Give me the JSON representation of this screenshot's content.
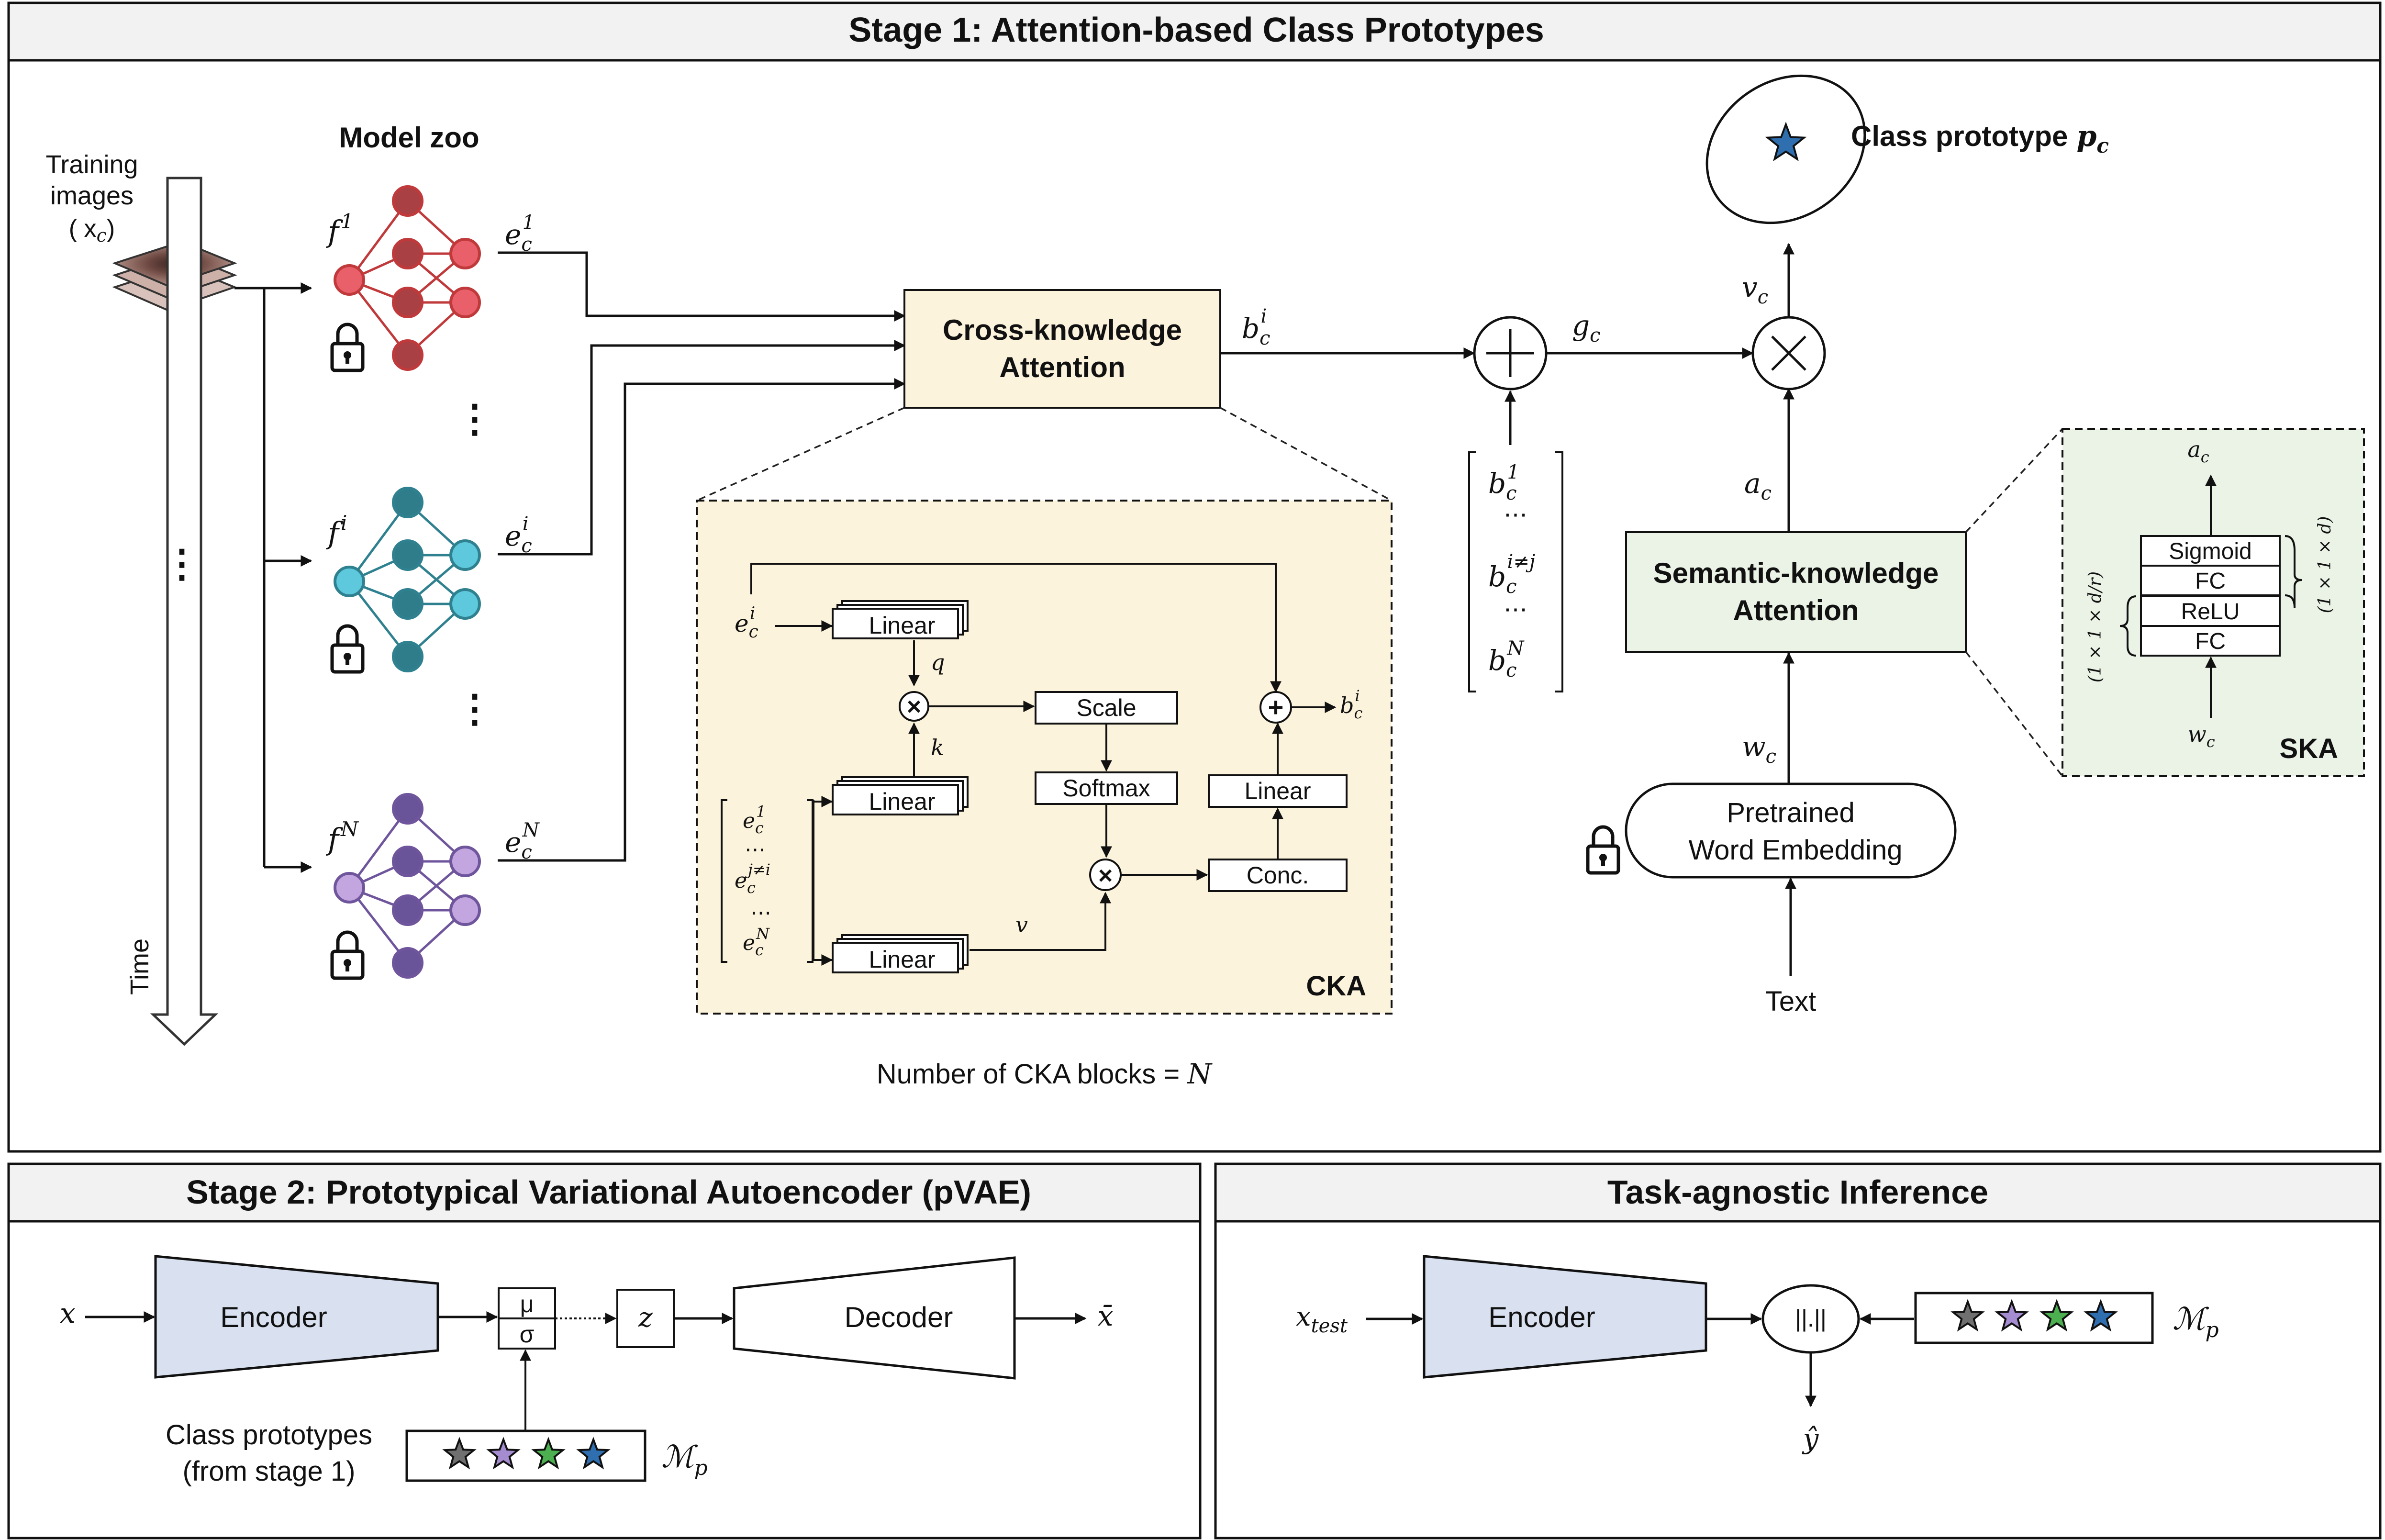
{
  "stage1": {
    "title": "Stage 1: Attention-based Class Prototypes",
    "training_label_1": "Training",
    "training_label_2": "images",
    "training_label_3": "( x",
    "training_label_3_sub": "c",
    "training_label_3_end": ")",
    "time_label": "Time",
    "dots": "⋮",
    "model_zoo": "Model zoo",
    "models": [
      {
        "f": "f",
        "sup": "1",
        "e": "e",
        "e_sub": "c",
        "e_sup": "1",
        "color": "#c0393b",
        "fill": "#a84044",
        "light": "#e9606a"
      },
      {
        "f": "f",
        "sup": "i",
        "e": "e",
        "e_sub": "c",
        "e_sup": "i",
        "color": "#2f8190",
        "fill": "#2f7d8b",
        "light": "#5ec8dc"
      },
      {
        "f": "f",
        "sup": "N",
        "e": "e",
        "e_sub": "c",
        "e_sup": "N",
        "color": "#6f559c",
        "fill": "#6a5499",
        "light": "#c3a6e0"
      }
    ],
    "cka_box_1": "Cross-knowledge",
    "cka_box_2": "Attention",
    "b_label": "b",
    "b_sub": "c",
    "b_sup": "i",
    "g_label": "g",
    "g_sub": "c",
    "v_label": "v",
    "v_sub": "c",
    "a_label": "a",
    "a_sub": "c",
    "w_label": "w",
    "w_sub": "c",
    "class_proto": "Class prototype",
    "class_proto_sym": "p",
    "class_proto_sub": "c",
    "ska_box_1": "Semantic-knowledge",
    "ska_box_2": "Attention",
    "embed_1": "Pretrained",
    "embed_2": "Word Embedding",
    "text_label": "Text",
    "bvec": {
      "top_b": "b",
      "top_sub": "c",
      "top_sup": "1",
      "mid_sup": "i≠j",
      "bot_sup": "N",
      "ellipsis": "⋯"
    },
    "num_cka": "Number of CKA blocks = ",
    "num_cka_sym": "N"
  },
  "cka": {
    "tag": "CKA",
    "linear": "Linear",
    "scale": "Scale",
    "softmax": "Softmax",
    "conc": "Conc.",
    "q": "q",
    "k": "k",
    "v": "v",
    "e_i": "e",
    "e_sub": "c",
    "e_sup_i": "i",
    "vec_sup_1": "1",
    "vec_sup_mid": "j≠i",
    "vec_sup_n": "N",
    "out_b": "b",
    "out_sub": "c",
    "out_sup": "i",
    "times": "×",
    "plus": "+"
  },
  "ska": {
    "tag": "SKA",
    "sigmoid": "Sigmoid",
    "fc": "FC",
    "relu": "ReLU",
    "a_label": "a",
    "a_sub": "c",
    "w_label": "w",
    "w_sub": "c",
    "dim_right": "(1 × 1 × d)",
    "dim_left": "(1 × 1 × d/r)"
  },
  "stage2": {
    "title": "Stage 2: Prototypical Variational Autoencoder (pVAE)",
    "x_in": "x",
    "encoder": "Encoder",
    "mu": "μ",
    "sigma": "σ",
    "z": "z",
    "decoder": "Decoder",
    "x_out": "x̄",
    "proto_1": "Class prototypes",
    "proto_2": "(from stage 1)",
    "mp": "ℳ",
    "mp_sub": "p"
  },
  "inference": {
    "title": "Task-agnostic Inference",
    "x_test": "x",
    "x_test_sub": "test",
    "encoder": "Encoder",
    "norm": "||.||",
    "y_hat": "ŷ",
    "mp": "ℳ",
    "mp_sub": "p"
  },
  "colors": {
    "cka_fill": "#fcf3dc",
    "ska_fill": "#eaf3e6",
    "encoder_fill": "#d9e1f1",
    "star_gray": "#707070",
    "star_purple": "#a58bd0",
    "star_green": "#4caf50",
    "star_blue": "#2f6fb0"
  }
}
